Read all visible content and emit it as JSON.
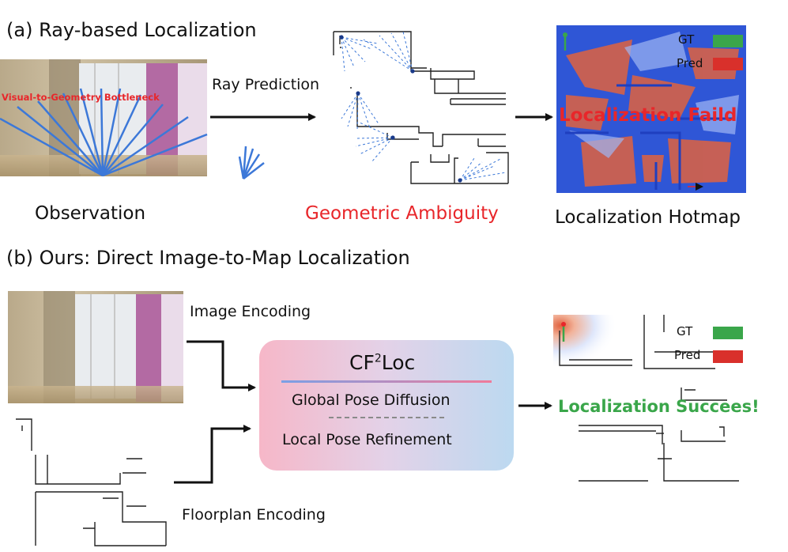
{
  "section_a": {
    "title": "(a) Ray-based Localization",
    "observation_label": "Observation",
    "bottleneck_label": "Visual-to-Geometry Bottleneck",
    "ray_prediction_label": "Ray Prediction",
    "ambiguity_label": "Geometric Ambiguity",
    "hotmap_label": "Localization Hotmap",
    "failed_label": "Localization Faild",
    "legend": {
      "gt": "GT",
      "pred": "Pred"
    }
  },
  "section_b": {
    "title": "(b) Ours: Direct Image-to-Map Localization",
    "image_encoding_label": "Image Encoding",
    "floorplan_encoding_label": "Floorplan Encoding",
    "method": {
      "name": "CF",
      "superscript": "2",
      "suffix": "Loc"
    },
    "global_label": "Global Pose Diffusion",
    "local_label": "Local Pose Refinement",
    "success_label": "Localization Succees!",
    "legend": {
      "gt": "GT",
      "pred": "Pred"
    }
  },
  "colors": {
    "red": "#e8262a",
    "green": "#3aa64a",
    "ray_blue": "#3c78d8",
    "heat_blue": "#2f56d6",
    "heat_red": "#e0623f"
  }
}
